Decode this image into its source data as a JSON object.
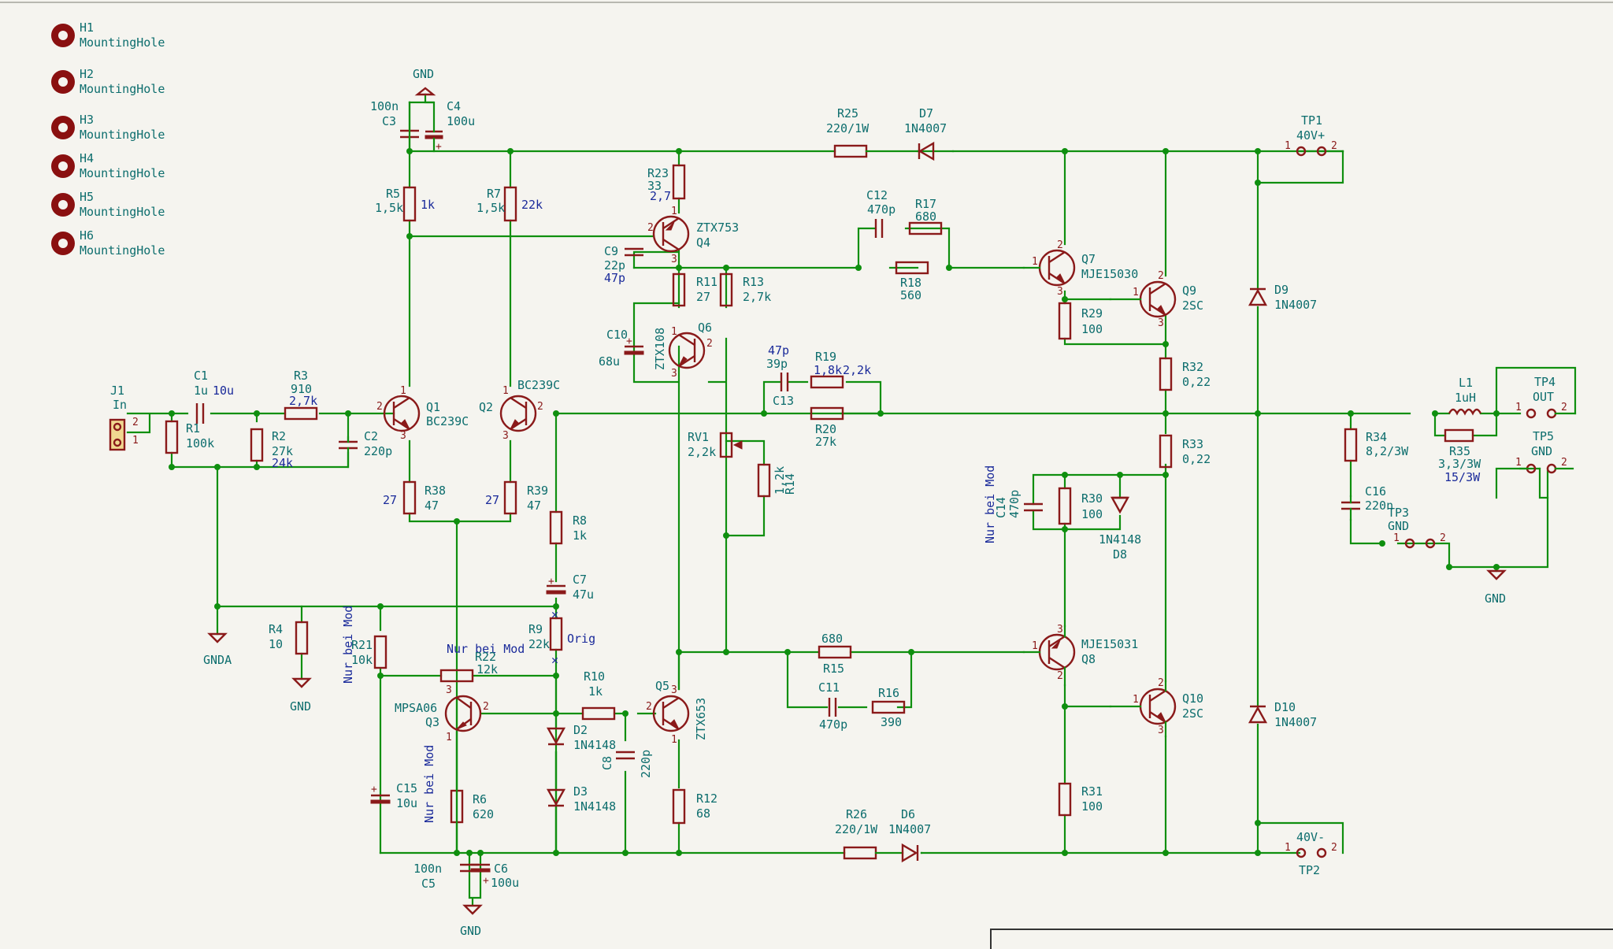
{
  "mounting_holes": [
    {
      "ref": "H1",
      "value": "MountingHole"
    },
    {
      "ref": "H2",
      "value": "MountingHole"
    },
    {
      "ref": "H3",
      "value": "MountingHole"
    },
    {
      "ref": "H4",
      "value": "MountingHole"
    },
    {
      "ref": "H5",
      "value": "MountingHole"
    },
    {
      "ref": "H6",
      "value": "MountingHole"
    }
  ],
  "power": {
    "gnd": "GND",
    "gnda": "GNDA"
  },
  "components": {
    "J1": {
      "ref": "J1",
      "value": "In"
    },
    "C1": {
      "ref": "C1",
      "value": "1u",
      "alt": "10u"
    },
    "R1": {
      "ref": "R1",
      "value": "100k"
    },
    "R2": {
      "ref": "R2",
      "value": "27k",
      "alt": "24k"
    },
    "R3": {
      "ref": "R3",
      "value": "910",
      "alt": "2,7k"
    },
    "C2": {
      "ref": "C2",
      "value": "220p"
    },
    "C3": {
      "ref": "C3",
      "value": "100n"
    },
    "C4": {
      "ref": "C4",
      "value": "100u"
    },
    "R5": {
      "ref": "R5",
      "value": "1,5k",
      "alt": "1k"
    },
    "R7": {
      "ref": "R7",
      "value": "1,5k",
      "alt": "22k"
    },
    "Q1": {
      "ref": "Q1",
      "value": "BC239C"
    },
    "Q2": {
      "ref": "Q2",
      "value": "BC239C"
    },
    "R38": {
      "ref": "R38",
      "value": "47",
      "alt": "27"
    },
    "R39": {
      "ref": "R39",
      "value": "47",
      "alt": "27"
    },
    "R8": {
      "ref": "R8",
      "value": "1k"
    },
    "C7": {
      "ref": "C7",
      "value": "47u"
    },
    "R9": {
      "ref": "R9",
      "value": "22k",
      "alt": "Orig"
    },
    "R4": {
      "ref": "R4",
      "value": "10"
    },
    "R21": {
      "ref": "R21",
      "value": "10k"
    },
    "R22": {
      "ref": "R22",
      "value": "12k"
    },
    "Q3": {
      "ref": "Q3",
      "value": "MPSA06"
    },
    "C15": {
      "ref": "C15",
      "value": "10u"
    },
    "R6": {
      "ref": "R6",
      "value": "620"
    },
    "C5": {
      "ref": "C5",
      "value": "100n"
    },
    "C6": {
      "ref": "C6",
      "value": "100u"
    },
    "R10": {
      "ref": "R10",
      "value": "1k"
    },
    "D2": {
      "ref": "D2",
      "value": "1N4148"
    },
    "D3": {
      "ref": "D3",
      "value": "1N4148"
    },
    "C8": {
      "ref": "C8",
      "value": "220p"
    },
    "Q5": {
      "ref": "Q5",
      "value": "ZTX653"
    },
    "R12": {
      "ref": "R12",
      "value": "68"
    },
    "R23": {
      "ref": "R23",
      "value": "33",
      "alt": "2,7"
    },
    "Q4": {
      "ref": "Q4",
      "value": "ZTX753"
    },
    "C9": {
      "ref": "C9",
      "value": "22p",
      "alt": "47p"
    },
    "R11": {
      "ref": "R11",
      "value": "27"
    },
    "R13": {
      "ref": "R13",
      "value": "2,7k"
    },
    "C10": {
      "ref": "C10",
      "value": "68u"
    },
    "Q6": {
      "ref": "Q6",
      "value": "ZTX108"
    },
    "RV1": {
      "ref": "RV1",
      "value": "2,2k"
    },
    "R14": {
      "ref": "R14",
      "value": "1,2k"
    },
    "C13": {
      "ref": "C13",
      "value": "39p",
      "alt": "47p"
    },
    "R19": {
      "ref": "R19",
      "value": "1,8k",
      "alt": "2,2k"
    },
    "R20": {
      "ref": "R20",
      "value": "27k"
    },
    "R25": {
      "ref": "R25",
      "value": "220/1W"
    },
    "D7": {
      "ref": "D7",
      "value": "1N4007"
    },
    "C12": {
      "ref": "C12",
      "value": "470p"
    },
    "R17": {
      "ref": "R17",
      "value": "680"
    },
    "R18": {
      "ref": "R18",
      "value": "560"
    },
    "Q7": {
      "ref": "Q7",
      "value": "MJE15030"
    },
    "R29": {
      "ref": "R29",
      "value": "100"
    },
    "Q9": {
      "ref": "Q9",
      "value": "2SC"
    },
    "R32": {
      "ref": "R32",
      "value": "0,22"
    },
    "R33": {
      "ref": "R33",
      "value": "0,22"
    },
    "C14": {
      "ref": "C14",
      "value": "470p"
    },
    "R30": {
      "ref": "R30",
      "value": "100"
    },
    "D8": {
      "ref": "D8",
      "value": "1N4148"
    },
    "R15": {
      "ref": "R15",
      "value": "680"
    },
    "C11": {
      "ref": "C11",
      "value": "470p"
    },
    "R16": {
      "ref": "R16",
      "value": "390"
    },
    "Q8": {
      "ref": "Q8",
      "value": "MJE15031"
    },
    "Q10": {
      "ref": "Q10",
      "value": "2SC"
    },
    "R31": {
      "ref": "R31",
      "value": "100"
    },
    "R26": {
      "ref": "R26",
      "value": "220/1W"
    },
    "D6": {
      "ref": "D6",
      "value": "1N4007"
    },
    "D9": {
      "ref": "D9",
      "value": "1N4007"
    },
    "D10": {
      "ref": "D10",
      "value": "1N4007"
    },
    "TP1": {
      "ref": "TP1",
      "value": "40V+"
    },
    "TP2": {
      "ref": "TP2",
      "value": "40V-"
    },
    "R34": {
      "ref": "R34",
      "value": "8,2/3W"
    },
    "C16": {
      "ref": "C16",
      "value": "220n"
    },
    "L1": {
      "ref": "L1",
      "value": "1uH"
    },
    "R35": {
      "ref": "R35",
      "value": "3,3/3W",
      "alt": "15/3W"
    },
    "TP4": {
      "ref": "TP4",
      "value": "OUT"
    },
    "TP5": {
      "ref": "TP5",
      "value": "GND"
    },
    "TP3": {
      "ref": "TP3",
      "value": "GND"
    }
  },
  "notes": {
    "mod": "Nur bei Mod"
  }
}
